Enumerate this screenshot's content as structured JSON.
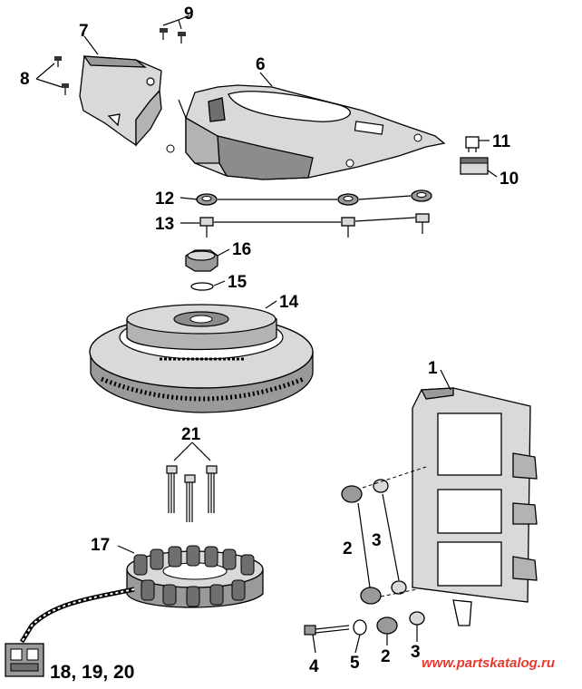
{
  "diagram": {
    "labels": {
      "p1": "1",
      "p2a": "2",
      "p2b": "2",
      "p3a": "3",
      "p3b": "3",
      "p4": "4",
      "p5": "5",
      "p6": "6",
      "p7": "7",
      "p8": "8",
      "p9": "9",
      "p10": "10",
      "p11": "11",
      "p12": "12",
      "p13": "13",
      "p14": "14",
      "p15": "15",
      "p16": "16",
      "p17": "17",
      "p18_20": "18, 19, 20",
      "p21": "21"
    },
    "watermark": "www.partskatalog.ru",
    "colors": {
      "ink": "#000000",
      "paper": "#ffffff",
      "fill_light": "#d9d9d9",
      "fill_mid": "#b3b3b3",
      "fill_dark": "#6f6f6f",
      "watermark": "#e8392d"
    }
  }
}
